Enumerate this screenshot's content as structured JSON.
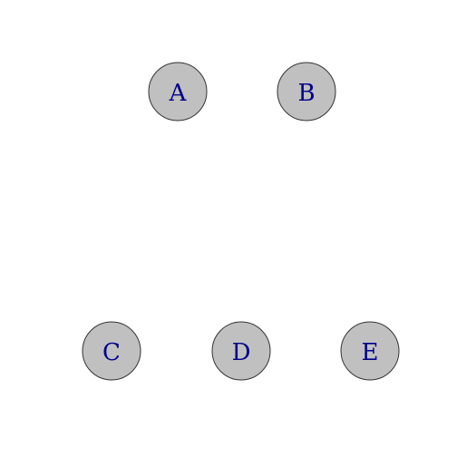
{
  "graph": {
    "node_fill": "#c0c0c0",
    "node_stroke": "#333333",
    "label_color": "#00008b",
    "nodes": [
      {
        "id": "A",
        "label": "A"
      },
      {
        "id": "B",
        "label": "B"
      },
      {
        "id": "C",
        "label": "C"
      },
      {
        "id": "D",
        "label": "D"
      },
      {
        "id": "E",
        "label": "E"
      }
    ],
    "edges": []
  }
}
